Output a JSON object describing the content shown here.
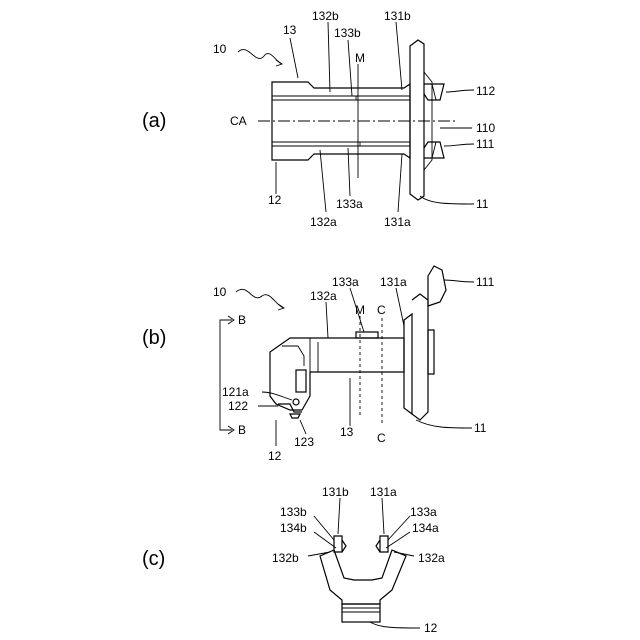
{
  "panels": {
    "a": {
      "caption": "(a)",
      "labels": {
        "assembly": "10",
        "body": "13",
        "p132b": "132b",
        "p133b": "133b",
        "planeM": "M",
        "p131b": "131b",
        "p112": "112",
        "axis": "CA",
        "p110": "110",
        "p111": "111",
        "p11": "11",
        "p12": "12",
        "p133a": "133a",
        "p132a": "132a",
        "p131a": "131a"
      }
    },
    "b": {
      "caption": "(b)",
      "labels": {
        "assembly": "10",
        "p133a": "133a",
        "p131a": "131a",
        "p111": "111",
        "p132a": "132a",
        "planeM": "M",
        "planeC_top": "C",
        "sectionB_top": "B",
        "p121a": "121a",
        "p122": "122",
        "sectionB_bottom": "B",
        "p13": "13",
        "planeC_bottom": "C",
        "p11": "11",
        "p123": "123",
        "p12": "12"
      }
    },
    "c": {
      "caption": "(c)",
      "labels": {
        "p131b": "131b",
        "p131a": "131a",
        "p133b": "133b",
        "p133a": "133a",
        "p134b": "134b",
        "p134a": "134a",
        "p132b": "132b",
        "p132a": "132a",
        "p12": "12"
      }
    }
  }
}
